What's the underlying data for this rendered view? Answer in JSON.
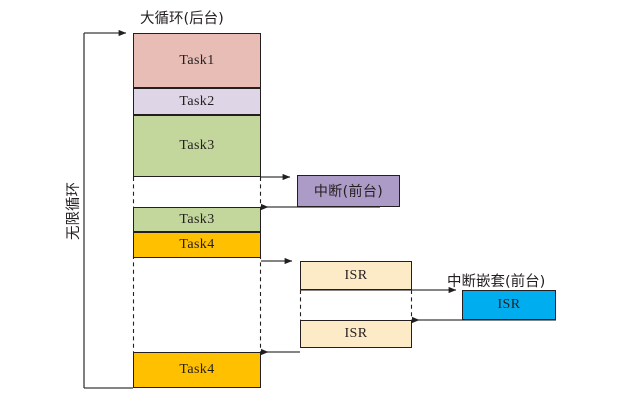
{
  "diagram": {
    "title_background_loop": "大循环(后台)",
    "label_infinite_loop": "无限循环",
    "label_interrupt_foreground": "中断(前台)",
    "label_nested_interrupt_foreground": "中断嵌套(前台)",
    "colors": {
      "task1": "#E8BDB6",
      "task2": "#DED5E6",
      "task3": "#C3D69B",
      "task4": "#FFC000",
      "isr": "#FDEBC8",
      "interrupt": "#AC9BC6",
      "nested_isr": "#00AEEF",
      "stroke": "#231f20",
      "arrow": "#3b3b3b"
    },
    "background_tasks": [
      {
        "name": "task1-block",
        "label": "Task1",
        "color_key": "task1"
      },
      {
        "name": "task2-block",
        "label": "Task2",
        "color_key": "task2"
      },
      {
        "name": "task3-block",
        "label": "Task3",
        "color_key": "task3"
      },
      {
        "name": "task3-resumed-block",
        "label": "Task3",
        "color_key": "task3"
      },
      {
        "name": "task4-block",
        "label": "Task4",
        "color_key": "task4"
      },
      {
        "name": "task4-resumed-block",
        "label": "Task4",
        "color_key": "task4"
      }
    ],
    "interrupt_blocks": [
      {
        "name": "interrupt-block",
        "label": "中断(前台)",
        "color_key": "interrupt"
      },
      {
        "name": "isr-first-block",
        "label": "ISR",
        "color_key": "isr"
      },
      {
        "name": "isr-resumed-block",
        "label": "ISR",
        "color_key": "isr"
      },
      {
        "name": "nested-isr-block",
        "label": "ISR",
        "color_key": "nested_isr"
      }
    ]
  }
}
